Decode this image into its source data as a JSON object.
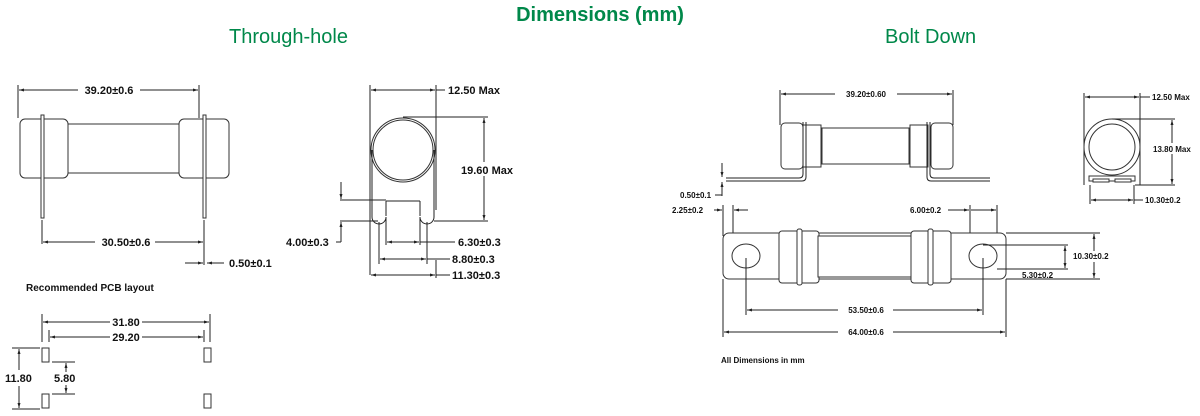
{
  "title": "Dimensions (mm)",
  "colors": {
    "accent": "#00884a",
    "line": "#222222"
  },
  "through_hole": {
    "heading": "Through-hole",
    "side_view": {
      "overall_length": "39.20±0.6",
      "pin_spacing": "30.50±0.6",
      "pin_thickness": "0.50±0.1"
    },
    "end_view": {
      "width": "12.50 Max",
      "height": "19.60 Max",
      "standoff": "4.00±0.3",
      "inner_gap": "6.30±0.3",
      "pin_centers": "8.80±0.3",
      "outer_width": "11.30±0.3"
    },
    "pcb_layout": {
      "heading": "Recommended PCB layout",
      "outer": "31.80",
      "inner": "29.20",
      "vertical_total": "11.80",
      "vertical_gap": "5.80"
    }
  },
  "bolt_down": {
    "heading": "Bolt Down",
    "side_view": {
      "body_length": "39.20±0.60",
      "tab_thickness": "0.50±0.1",
      "hole_offset": "2.25±0.2",
      "hole_diameter": "6.00±0.2",
      "hole_spacing": "53.50±0.6",
      "overall_length": "64.00±0.6",
      "tab_width": "10.30±0.2",
      "hole_height": "5.30±0.2"
    },
    "end_view": {
      "width": "12.50 Max",
      "height": "13.80 Max",
      "base_width": "10.30±0.2"
    },
    "note": "All Dimensions in mm"
  }
}
